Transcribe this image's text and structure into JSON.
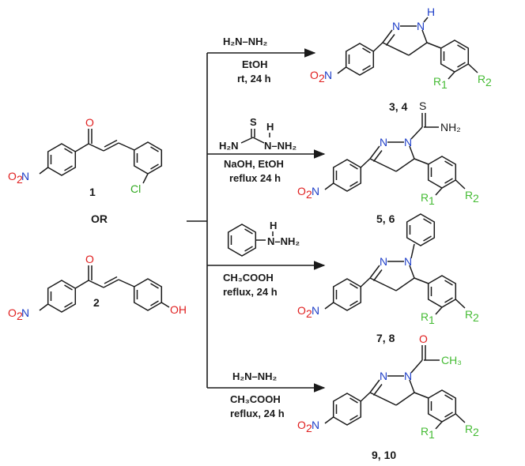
{
  "colors": {
    "nitrogen": "#2040c8",
    "oxygen": "#e02020",
    "chlorine": "#33aa22",
    "substituent": "#44bb33",
    "ink": "#1a1a1a"
  },
  "reactants": {
    "r1": {
      "number": "1",
      "o2n": "O",
      "o2n_sub": "2",
      "o2n_n": "N",
      "ketone_o": "O",
      "cl": "Cl"
    },
    "or_label": "OR",
    "r2": {
      "number": "2",
      "o2n": "O",
      "o2n_sub": "2",
      "o2n_n": "N",
      "ketone_o": "O",
      "oh": "OH"
    }
  },
  "conditions": {
    "c1": {
      "line1": "H₂N–NH₂",
      "line2": "EtOH",
      "line3": "rt, 24 h"
    },
    "c2": {
      "s": "S",
      "h": "H",
      "h2n": "H₂N",
      "nnh2": "N–NH₂",
      "line2": "NaOH, EtOH",
      "line3": "reflux 24 h"
    },
    "c3": {
      "h": "H",
      "nnh2": "N–NH₂",
      "line2": "CH₃COOH",
      "line3": "reflux, 24 h"
    },
    "c4": {
      "line1": "H₂N–NH₂",
      "line2": "CH₃COOH",
      "line3": "reflux, 24 h"
    }
  },
  "products": {
    "p1": {
      "number": "3, 4",
      "n1": "N",
      "n2": "N",
      "h": "H",
      "o2n": "O",
      "o2n_sub": "2",
      "o2n_n": "N",
      "r1": "R",
      "r1_sub": "1",
      "r2": "R",
      "r2_sub": "2"
    },
    "p2": {
      "number": "5, 6",
      "n1": "N",
      "n2": "N",
      "s": "S",
      "nh2": "NH₂",
      "o2n": "O",
      "o2n_sub": "2",
      "o2n_n": "N",
      "r1": "R",
      "r1_sub": "1",
      "r2": "R",
      "r2_sub": "2"
    },
    "p3": {
      "number": "7, 8",
      "n1": "N",
      "n2": "N",
      "o2n": "O",
      "o2n_sub": "2",
      "o2n_n": "N",
      "r1": "R",
      "r1_sub": "1",
      "r2": "R",
      "r2_sub": "2"
    },
    "p4": {
      "number": "9, 10",
      "n1": "N",
      "n2": "N",
      "o": "O",
      "ch3": "CH₃",
      "o2n": "O",
      "o2n_sub": "2",
      "o2n_n": "N",
      "r1": "R",
      "r1_sub": "1",
      "r2": "R",
      "r2_sub": "2"
    }
  }
}
